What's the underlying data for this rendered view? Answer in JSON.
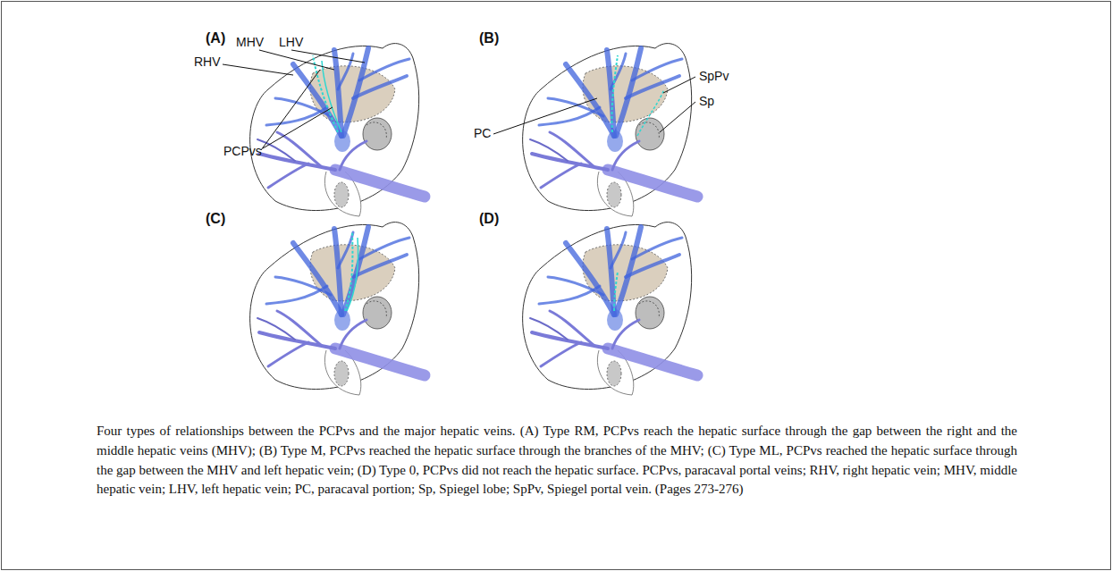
{
  "diagram": {
    "caption": "Four types of relationships between the PCPvs and the major hepatic veins. (A) Type RM, PCPvs reach the hepatic surface through the gap between the right and the middle hepatic veins (MHV); (B) Type M, PCPvs reached the hepatic surface through the branches of the MHV; (C) Type ML, PCPvs reached the hepatic surface through the gap between the MHV and left hepatic vein; (D) Type 0, PCPvs did not reach the hepatic surface. PCPvs, paracaval portal veins; RHV, right hepatic vein; MHV, middle hepatic vein; LHV, left hepatic vein; PC, paracaval portion; Sp, Spiegel lobe; SpPv, Spiegel portal vein. (Pages 273-276)",
    "labels": [
      "(A)",
      "RHV",
      "MHV",
      "LHV",
      "PCPvs",
      "(B)",
      "SpPv",
      "PC",
      "Sp",
      "(C)",
      "(D)"
    ]
  }
}
